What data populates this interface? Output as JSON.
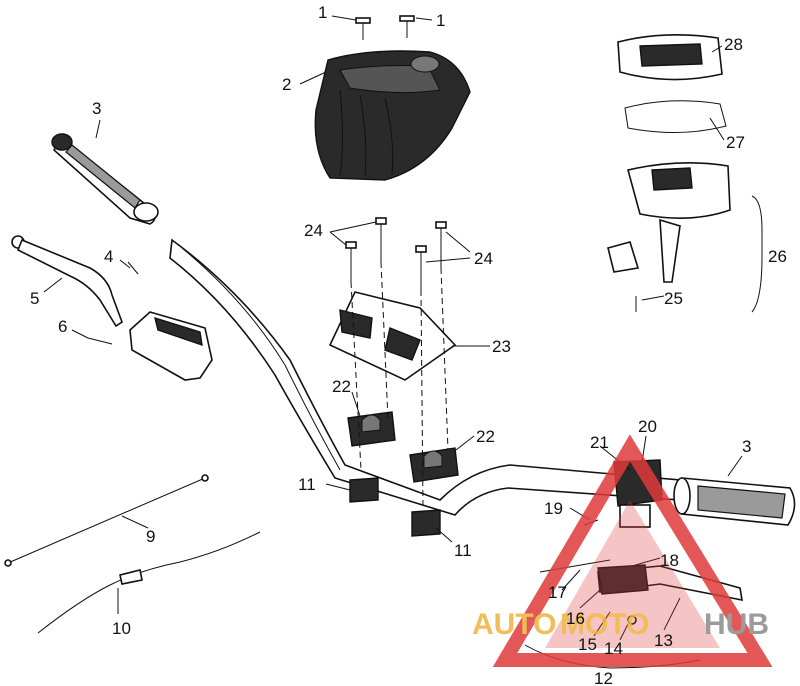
{
  "labels": {
    "l1a": "1",
    "l1b": "1",
    "l2": "2",
    "l3a": "3",
    "l3b": "3",
    "l4": "4",
    "l5": "5",
    "l6": "6",
    "l9": "9",
    "l10": "10",
    "l11a": "11",
    "l11b": "11",
    "l12": "12",
    "l13": "13",
    "l14": "14",
    "l15": "15",
    "l16": "16",
    "l17": "17",
    "l18": "18",
    "l19": "19",
    "l20": "20",
    "l21": "21",
    "l22a": "22",
    "l22b": "22",
    "l23": "23",
    "l24a": "24",
    "l24b": "24",
    "l25": "25",
    "l26": "26",
    "l27": "27",
    "l28": "28"
  },
  "watermark": {
    "part1": "AUTO",
    "part2": "MOTO",
    "part3": "HUB",
    "color_primary": "#f0b23a",
    "color_secondary": "#8a8a8a",
    "triangle_color": "#e03a3a"
  }
}
